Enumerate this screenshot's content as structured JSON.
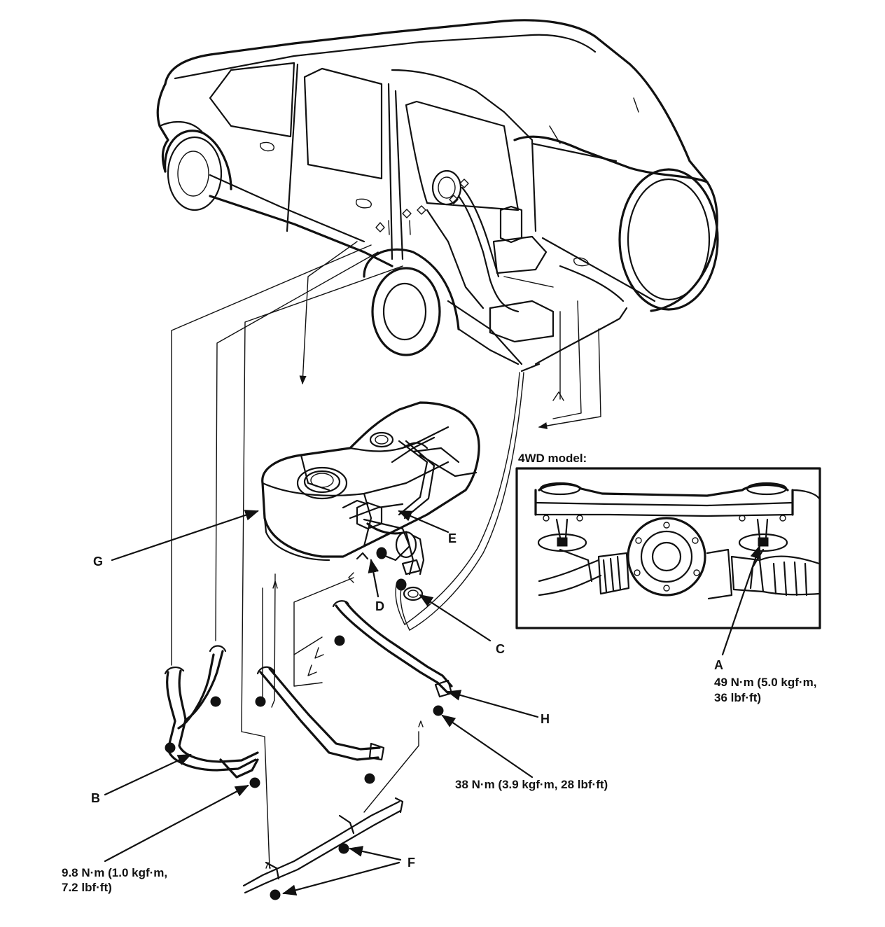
{
  "labels": {
    "A": "A",
    "B": "B",
    "C": "C",
    "D": "D",
    "E": "E",
    "F": "F",
    "G": "G",
    "H": "H"
  },
  "inset": {
    "title": "4WD model:"
  },
  "torque": {
    "a_line1": "49 N·m (5.0 kgf·m,",
    "a_line2": "36 lbf·ft)",
    "strap": "38 N·m (3.9 kgf·m, 28 lbf·ft)",
    "small_line1": "9.8 N·m (1.0 kgf·m,",
    "small_line2": "7.2 lbf·ft)"
  }
}
